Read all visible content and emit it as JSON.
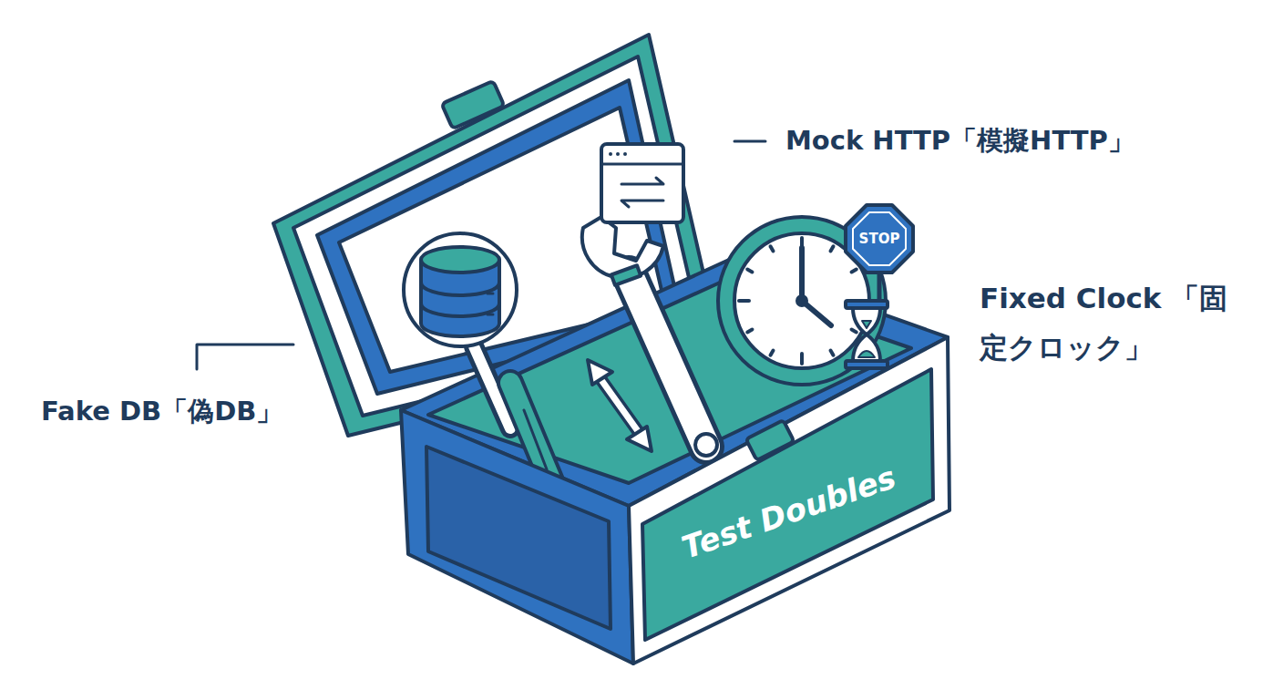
{
  "diagram": {
    "labels": [
      "Mock HTTP「模擬HTTP」",
      "Fixed Clock 「固定クロック」",
      "Fake DB「偽DB」",
      "Test Doubles",
      "STOP"
    ]
  }
}
